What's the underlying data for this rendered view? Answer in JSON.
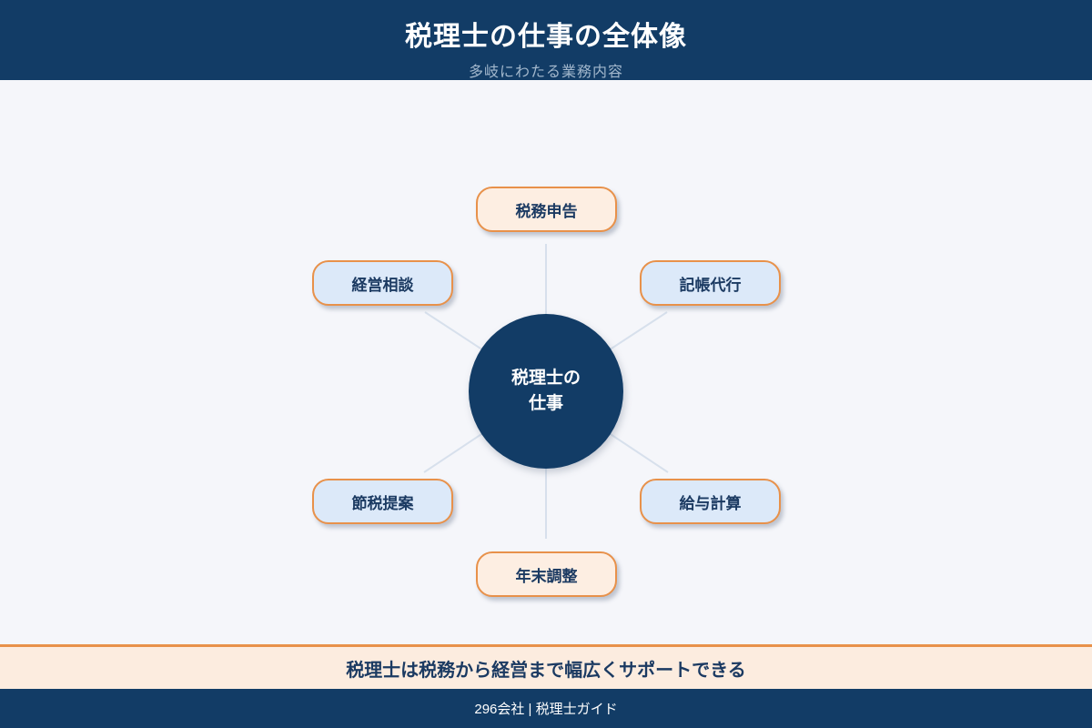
{
  "header": {
    "title": "税理士の仕事の全体像",
    "subtitle": "多岐にわたる業務内容"
  },
  "diagram": {
    "center": {
      "line1": "税理士の",
      "line2": "仕事"
    },
    "nodes": [
      {
        "label": "税務申告",
        "variant": "peach",
        "position": "top"
      },
      {
        "label": "経営相談",
        "variant": "blue",
        "position": "top-left"
      },
      {
        "label": "記帳代行",
        "variant": "blue",
        "position": "top-right"
      },
      {
        "label": "節税提案",
        "variant": "blue",
        "position": "bottom-left"
      },
      {
        "label": "給与計算",
        "variant": "blue",
        "position": "bottom-right"
      },
      {
        "label": "年末調整",
        "variant": "peach",
        "position": "bottom"
      }
    ]
  },
  "footer": {
    "conclusion": "税理士は税務から経営まで幅広くサポートできる",
    "credit": "296会社 | 税理士ガイド"
  },
  "colors": {
    "navy": "#123c66",
    "accent_orange": "#e8914a",
    "peach_fill": "#fdeee2",
    "blue_fill": "#dce9f9",
    "connector_line": "#d7e0ec",
    "page_background": "#f5f6fa",
    "subtitle_text": "#a3b8cd",
    "node_text": "#1b3a62"
  }
}
